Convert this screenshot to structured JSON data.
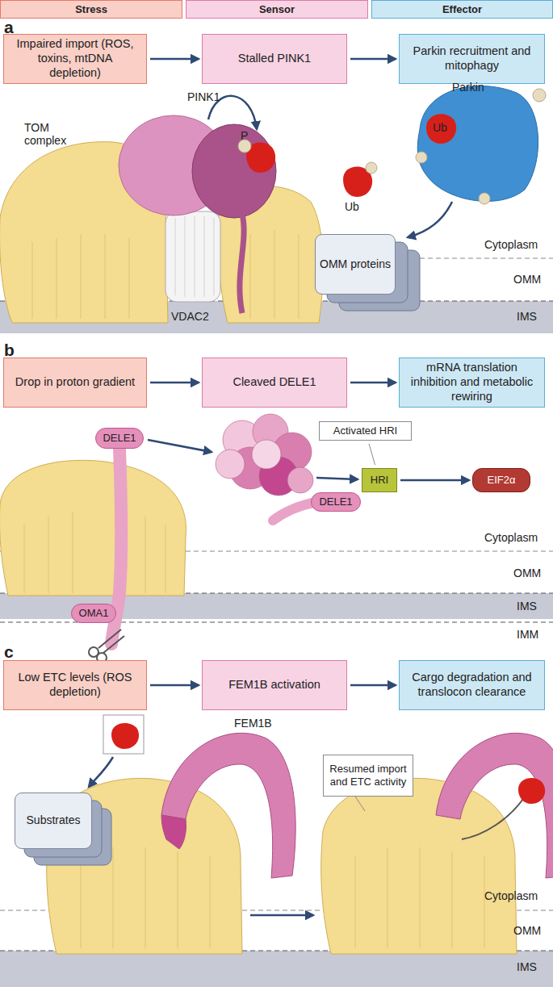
{
  "diagram": {
    "nodes": [
      {
        "text": [
          "Stress"
        ]
      },
      {
        "text": [
          "Sensor"
        ]
      },
      {
        "text": [
          "Effector"
        ]
      },
      {
        "text": [
          "Impaired import (ROS, toxins, mtDNA depletion)"
        ]
      },
      {
        "text": [
          "Stalled PINK1"
        ]
      },
      {
        "text": [
          "Parkin recruitment and mitophagy"
        ]
      },
      {
        "text": [
          "OMM proteins"
        ]
      },
      {
        "text": [
          "Drop in proton gradient"
        ]
      },
      {
        "text": [
          "Cleaved DELE1"
        ]
      },
      {
        "text": [
          "mRNA translation inhibition and metabolic rewiring"
        ]
      },
      {
        "text": [
          "DELE1"
        ]
      },
      {
        "text": [
          "OMA1"
        ]
      },
      {
        "text": [
          "Activated HRI"
        ]
      },
      {
        "text": [
          "HRI"
        ]
      },
      {
        "text": [
          "DELE1"
        ]
      },
      {
        "text": [
          "EIF2α"
        ]
      },
      {
        "text": [
          "Low ETC levels (ROS depletion)"
        ]
      },
      {
        "text": [
          "FEM1B activation"
        ]
      },
      {
        "text": [
          "Cargo degradation and translocon clearance"
        ]
      },
      {
        "text": [
          "Substrates"
        ]
      },
      {
        "text": [
          "Resumed import and ETC activity"
        ]
      }
    ],
    "edges": [
      {
        "from": 3,
        "to": 4,
        "arrow": "to"
      },
      {
        "from": 4,
        "to": 5,
        "arrow": "to"
      },
      {
        "from": 7,
        "to": 8,
        "arrow": "to"
      },
      {
        "from": 8,
        "to": 9,
        "arrow": "to"
      },
      {
        "from": 12,
        "to": 13,
        "arrow": "none"
      },
      {
        "from": 13,
        "to": 15,
        "arrow": "to"
      },
      {
        "from": 16,
        "to": 17,
        "arrow": "to"
      },
      {
        "from": 17,
        "to": 18,
        "arrow": "to"
      }
    ],
    "labels": [
      "a",
      "PINK1",
      "TOM complex",
      "VDAC2",
      "P",
      "Ub",
      "Parkin",
      "Ub",
      "Cytoplasm",
      "OMM",
      "IMS",
      "b",
      "Cytoplasm",
      "OMM",
      "IMS",
      "IMM",
      "c",
      "FEM1B",
      "Cytoplasm",
      "OMM",
      "IMS"
    ]
  }
}
